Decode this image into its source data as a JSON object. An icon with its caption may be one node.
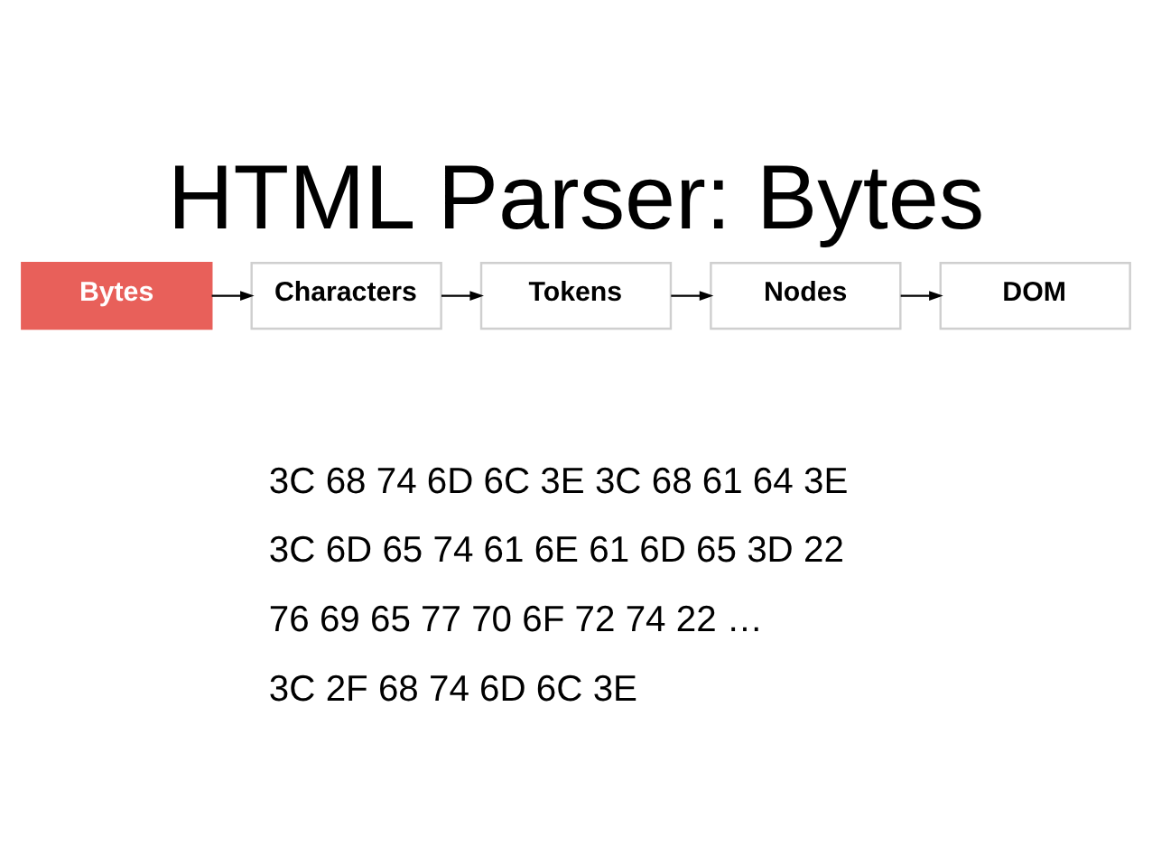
{
  "diagram": {
    "title": "HTML Parser: Bytes",
    "nodes": [
      {
        "text": [
          "Bytes"
        ]
      },
      {
        "text": [
          "Characters"
        ]
      },
      {
        "text": [
          "Tokens"
        ]
      },
      {
        "text": [
          "Nodes"
        ]
      },
      {
        "text": [
          "DOM"
        ]
      }
    ],
    "edges": [
      {
        "from": 0,
        "to": 1,
        "arrow": "to"
      },
      {
        "from": 1,
        "to": 2,
        "arrow": "to"
      },
      {
        "from": 2,
        "to": 3,
        "arrow": "to"
      },
      {
        "from": 3,
        "to": 4,
        "arrow": "to"
      }
    ],
    "labels": [
      "3C 68 74 6D 6C 3E 3C 68 61 64 3E",
      "3C 6D 65 74 61 6E 61 6D 65 3D 22",
      "76 69 65 77 70 6F 72 74 22 …",
      "3C 2F 68 74 6D 6C 3E"
    ]
  }
}
